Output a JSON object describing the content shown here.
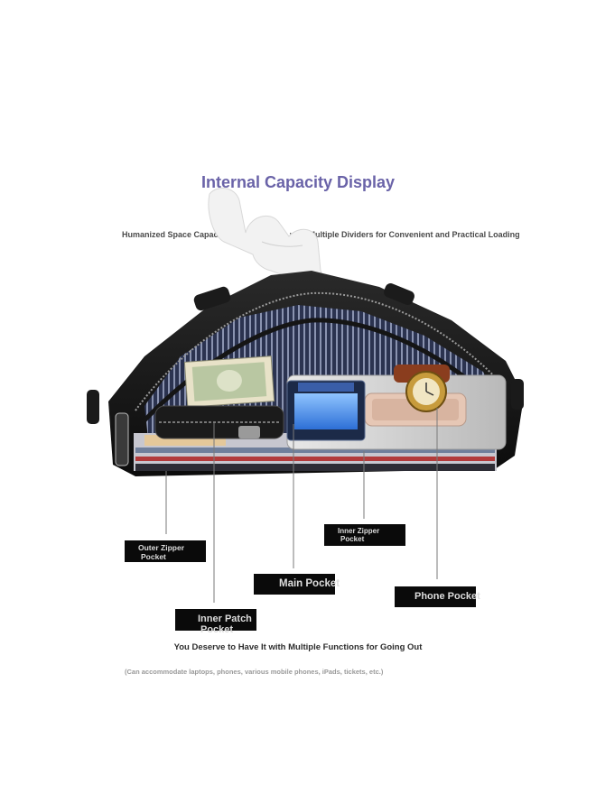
{
  "title": "Internal Capacity Display",
  "subtitle": "Humanized Space Capacity Rationalization with Multiple Dividers for Convenient and Practical Loading",
  "labels": {
    "outer_zipper_line1": "Outer Zipper",
    "outer_zipper_line2": "Pocket",
    "inner_zipper_line1": "Inner Zipper",
    "inner_zipper_line2": "Pocket",
    "main": "Main Pocket",
    "phone": "Phone Pocket",
    "inner_patch_line1": "Inner Patch",
    "inner_patch_line2": "Pocket"
  },
  "tagline": "You Deserve to Have It with Multiple Functions for Going Out",
  "note": "(Can accommodate laptops, phones, various mobile phones, iPads, tickets, etc.)",
  "colors": {
    "title": "#6a63a8",
    "label_bg": "#0a0a0a",
    "label_text": "#dddddd"
  }
}
